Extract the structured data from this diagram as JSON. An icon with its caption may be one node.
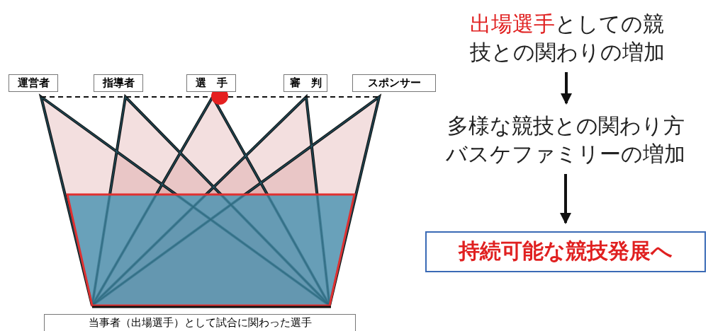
{
  "diagram": {
    "nodes": [
      {
        "text": [
          "運営者"
        ]
      },
      {
        "text": [
          "指導者"
        ]
      },
      {
        "text": [
          "選　手"
        ]
      },
      {
        "text": [
          "審　判"
        ]
      },
      {
        "text": [
          "スポンサー"
        ]
      },
      {
        "text": [
          "当事者（出場選手）として試合に関わった選手"
        ]
      },
      {
        "text": [
          "出場選手",
          "としての競技との関わりの増加"
        ]
      },
      {
        "text": [
          "多様な競技との関わり方",
          "バスケファミリーの増加"
        ]
      },
      {
        "text": [
          "持続可能な競技発展へ"
        ]
      }
    ],
    "edges": [
      {
        "from": 6,
        "to": 7,
        "arrow": "to"
      },
      {
        "from": 7,
        "to": 8,
        "arrow": "to"
      }
    ]
  }
}
